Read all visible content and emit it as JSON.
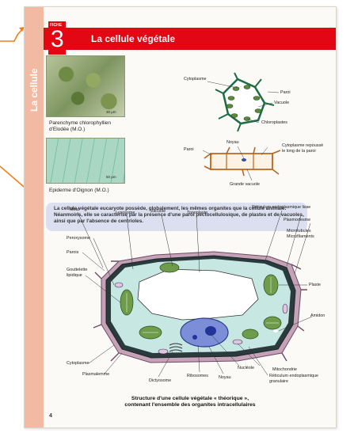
{
  "header": {
    "fiche_label": "FICHE",
    "fiche_number": "3",
    "title": "La cellule végétale"
  },
  "side_title": "La cellule",
  "photos": {
    "photo1": {
      "caption_line1": "Parenchyme chlorophyllien",
      "caption_line2": "d'Elodée (M.O.)",
      "scale": "30 μm"
    },
    "photo2": {
      "caption": "Epiderme d'Oignon (M.O.)",
      "scale": "50 μm"
    }
  },
  "small_diagram1": {
    "labels": {
      "cytoplasme": "Cytoplasme",
      "paroi": "Paroi",
      "vacuole": "Vacuole",
      "chloroplastes": "Chloroplastes"
    }
  },
  "small_diagram2": {
    "labels": {
      "paroi": "Paroi",
      "noyau": "Noyau",
      "cytoplasme_line1": "Cytoplasme repoussé",
      "cytoplasme_line2": "le long de la paroi",
      "vacuole": "Grande vacuole"
    }
  },
  "info_text": "La cellule végétale eucaryote possède, globalement, les mêmes organites que la cellule animale. Néanmoins, elle se caractérise par la présence d'une paroi pectocellulosique, de plastes et de vacuoles, ainsi que par l'absence de centrioles.",
  "main_diagram": {
    "labels": {
      "meat": "Méat",
      "lysosome": "Lysosome",
      "vacuole": "Vacuole",
      "tonoplaste": "Tonoplaste",
      "reticulum_lisse": "Réticulum endoplasmique lisse",
      "plasmodesme": "Plasmodesme",
      "microtubules": "Microtubules",
      "microfilaments": "Microfilaments",
      "peroxysome": "Peroxysome",
      "parois": "Parois",
      "gouttelette1": "Gouttelette",
      "gouttelette2": "lipidique",
      "plaste": "Plaste",
      "amidon": "Amidon",
      "cytoplasme": "Cytoplasme",
      "plasmalemme": "Plasmalemme",
      "dictyosome": "Dictyosome",
      "ribosomes": "Ribosomes",
      "noyau": "Noyau",
      "nucleole": "Nucléole",
      "mitochondrie": "Mitochondrie",
      "reticulum_granulaire1": "Réticulum endoplasmique",
      "reticulum_granulaire2": "granulaire"
    },
    "caption_line1": "Structure d'une cellule végétale « théorique »,",
    "caption_line2": "contenant l'ensemble des organites intracellulaires"
  },
  "page_number": "4",
  "colors": {
    "accent_red": "#e30613",
    "side_band": "#f2b9a3",
    "arrow_orange": "#f07f1b",
    "info_box": "#dcdfef"
  }
}
